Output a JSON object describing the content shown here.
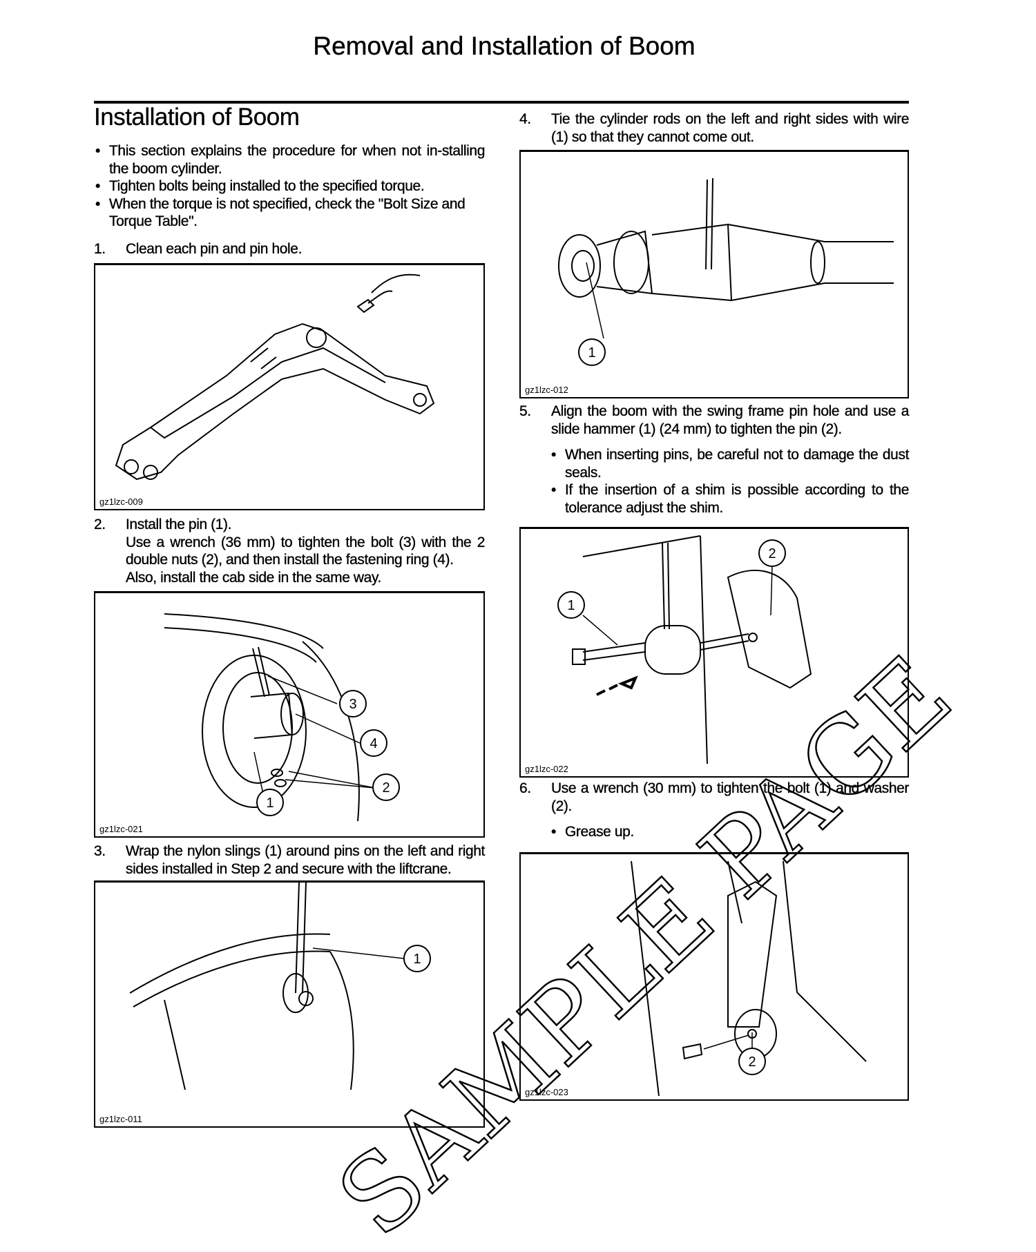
{
  "page_title": "Removal and Installation of Boom",
  "section_heading": "Installation of Boom",
  "intro_bullets": [
    "This section explains the procedure for when not in-stalling the boom cylinder.",
    "Tighten bolts being installed to the specified torque.",
    "When the torque is not specified, check the \"Bolt Size and Torque Table\"."
  ],
  "steps": [
    {
      "num": "1.",
      "text": "Clean each pin and pin hole."
    },
    {
      "num": "2.",
      "lines": [
        "Install the pin (1).",
        "Use a wrench (36 mm) to tighten the bolt (3) with the 2 double nuts (2), and then install the fastening ring (4).",
        "Also, install the cab side in the same way."
      ]
    },
    {
      "num": "3.",
      "text": "Wrap the nylon slings (1) around pins on the left and right sides installed in Step 2 and secure with the liftcrane."
    },
    {
      "num": "4.",
      "text": "Tie the cylinder rods on the left and right sides with wire (1) so that they cannot come out."
    },
    {
      "num": "5.",
      "text": "Align the boom with the swing frame pin hole and use a slide hammer (1) (24 mm) to tighten the pin (2).",
      "bullets": [
        "When inserting pins, be careful not to damage the dust seals.",
        "If the insertion of a shim is possible according to the tolerance adjust the shim."
      ]
    },
    {
      "num": "6.",
      "text": "Use a wrench (30 mm) to tighten the bolt (1) and washer (2).",
      "bullets": [
        "Grease up."
      ]
    }
  ],
  "figures": {
    "fig1": {
      "caption": "gz1lzc-009"
    },
    "fig2": {
      "caption": "gz1lzc-021",
      "callouts": [
        "3",
        "4",
        "2",
        "1"
      ]
    },
    "fig3": {
      "caption": "gz1lzc-011",
      "callouts": [
        "1"
      ]
    },
    "fig4": {
      "caption": "gz1lzc-012",
      "callouts": [
        "1"
      ]
    },
    "fig5": {
      "caption": "gz1lzc-022",
      "callouts": [
        "1",
        "2"
      ]
    },
    "fig6": {
      "caption": "gz1lzc-023",
      "callouts": [
        "2"
      ]
    }
  },
  "watermark": "SAMPLE PAGE"
}
